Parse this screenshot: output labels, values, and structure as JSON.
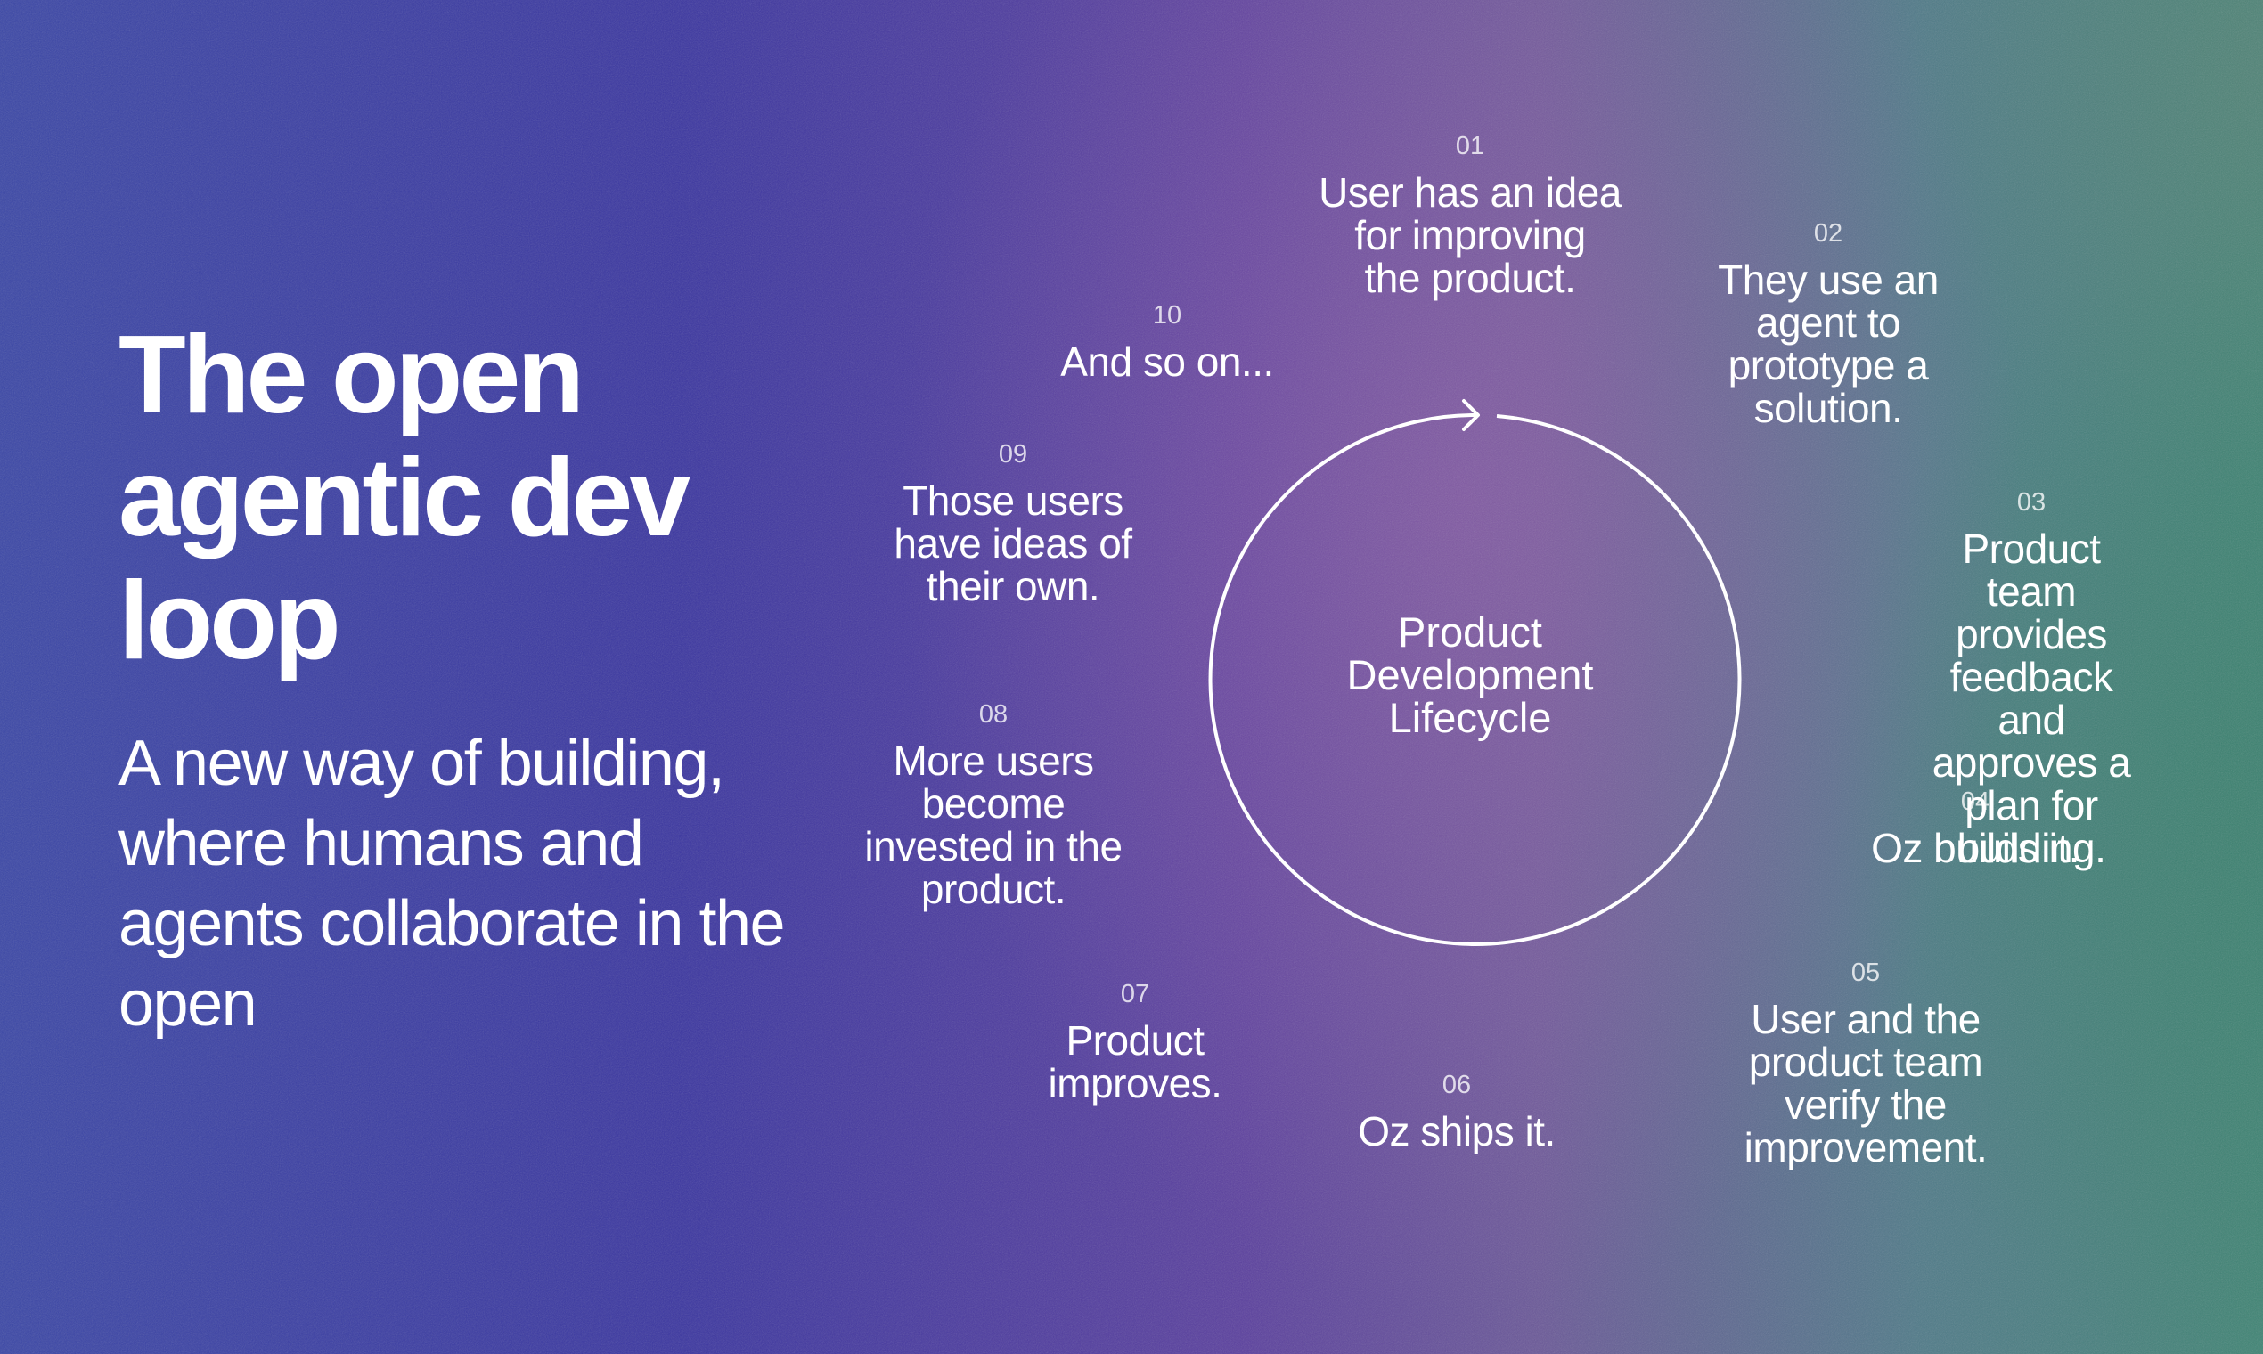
{
  "slide": {
    "title": "The open agentic dev loop",
    "subtitle": "A new way of building, where humans and agents collaborate in the open"
  },
  "diagram": {
    "center_label": "Product\nDevelopment\nLifecycle",
    "steps": [
      {
        "number": "01",
        "text": "User has an idea\nfor improving\nthe product."
      },
      {
        "number": "02",
        "text": "They use an\nagent to\nprototype a\nsolution."
      },
      {
        "number": "03",
        "text": "Product team\nprovides feedback\nand approves a\nplan for building."
      },
      {
        "number": "04",
        "text": "Oz builds it."
      },
      {
        "number": "05",
        "text": "User and the\nproduct team\nverify the\nimprovement."
      },
      {
        "number": "06",
        "text": "Oz ships it."
      },
      {
        "number": "07",
        "text": "Product\nimproves."
      },
      {
        "number": "08",
        "text": "More users\nbecome\ninvested in the\nproduct."
      },
      {
        "number": "09",
        "text": "Those users\nhave ideas of\ntheir own."
      },
      {
        "number": "10",
        "text": "And so on..."
      }
    ]
  },
  "colors": {
    "text": "#ffffff",
    "background_left": "#3a3aa2",
    "background_mid": "#6a5898",
    "background_right": "#3f8474"
  },
  "icons": [
    "arrow-head-icon"
  ]
}
